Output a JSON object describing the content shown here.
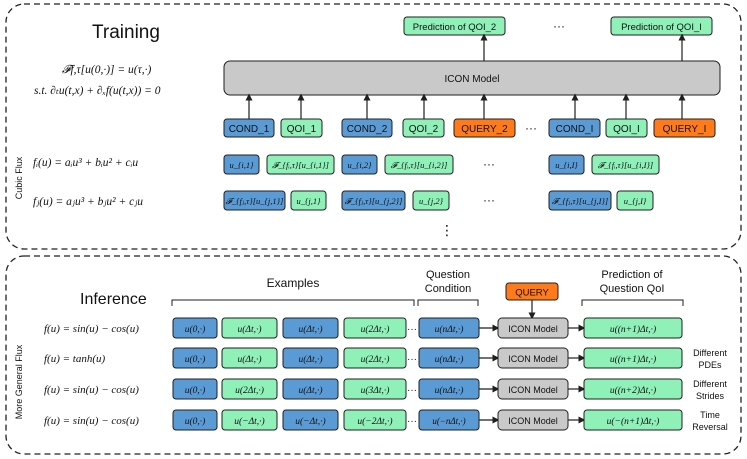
{
  "training": {
    "title": "Training",
    "equation_1": "𝓕f,τ[u(0,·)] = u(τ,·)",
    "equation_2": "s.t. ∂ₜu(t,x) + ∂ₓf(u(t,x)) = 0",
    "model_label": "ICON Model",
    "prediction_1": "Prediction of QOI_2",
    "prediction_2": "Prediction of QOI_I",
    "ellipsis": "···",
    "token_row": [
      "COND_1",
      "QOI_1",
      "COND_2",
      "QOI_2",
      "QUERY_2",
      "···",
      "COND_I",
      "QOI_I",
      "QUERY_I"
    ],
    "side_label": "Cubic Flux",
    "flux_i": "fᵢ(u) = aᵢu³ + bᵢu² + cᵢu",
    "flux_j": "fⱼ(u) = aⱼu³ + bⱼu² + cⱼu",
    "row_i": [
      "u_{i,1}",
      "𝓕_{fᵢ,τ}[u_{i,1}]",
      "u_{i,2}",
      "𝓕_{fᵢ,τ}[u_{i,2}]",
      "···",
      "u_{i,I}",
      "𝓕_{fᵢ,τ}[u_{i,I}]"
    ],
    "row_j": [
      "𝓕_{fⱼ,τ}[u_{j,1}]",
      "u_{j,1}",
      "𝓕_{fⱼ,τ}[u_{j,2}]",
      "u_{j,2}",
      "···",
      "𝓕_{fⱼ,τ}[u_{j,I}]",
      "u_{j,I}"
    ],
    "vertical_ellipsis": "⋮"
  },
  "inference": {
    "title": "Inference",
    "header_examples": "Examples",
    "header_question_1": "Question",
    "header_question_2": "Condition",
    "query_label": "QUERY",
    "header_prediction_1": "Prediction of",
    "header_prediction_2": "Question QoI",
    "side_label": "More General Flux",
    "model_label": "ICON Model",
    "rows": [
      {
        "flux": "f(u) = sin(u) − cos(u)",
        "cells": [
          "u(0,·)",
          "u(Δt,·)",
          "u(Δt,·)",
          "u(2Δt,·)"
        ],
        "cond": "u(nΔt,·)",
        "pred": "u((n+1)Δt,·)",
        "note": []
      },
      {
        "flux": "f(u) = tanh(u)",
        "cells": [
          "u(0,·)",
          "u(Δt,·)",
          "u(Δt,·)",
          "u(2Δt,·)"
        ],
        "cond": "u(nΔt,·)",
        "pred": "u((n+1)Δt,·)",
        "note": [
          "Different",
          "PDEs"
        ]
      },
      {
        "flux": "f(u) = sin(u) − cos(u)",
        "cells": [
          "u(0,·)",
          "u(2Δt,·)",
          "u(Δt,·)",
          "u(3Δt,·)"
        ],
        "cond": "u(nΔt,·)",
        "pred": "u((n+2)Δt,·)",
        "note": [
          "Different",
          "Strides"
        ]
      },
      {
        "flux": "f(u) = sin(u) − cos(u)",
        "cells": [
          "u(0,·)",
          "u(−Δt,·)",
          "u(−Δt,·)",
          "u(−2Δt,·)"
        ],
        "cond": "u(−nΔt,·)",
        "pred": "u(−(n+1)Δt,·)",
        "note": [
          "Time",
          "Reversal"
        ]
      }
    ],
    "ellipsis": "···"
  },
  "colors": {
    "cond": "#5b9bd5",
    "qoi": "#8ff0b8",
    "query": "#ff7a1a",
    "model": "#c9c9c9",
    "stroke": "#1f1f1f"
  }
}
